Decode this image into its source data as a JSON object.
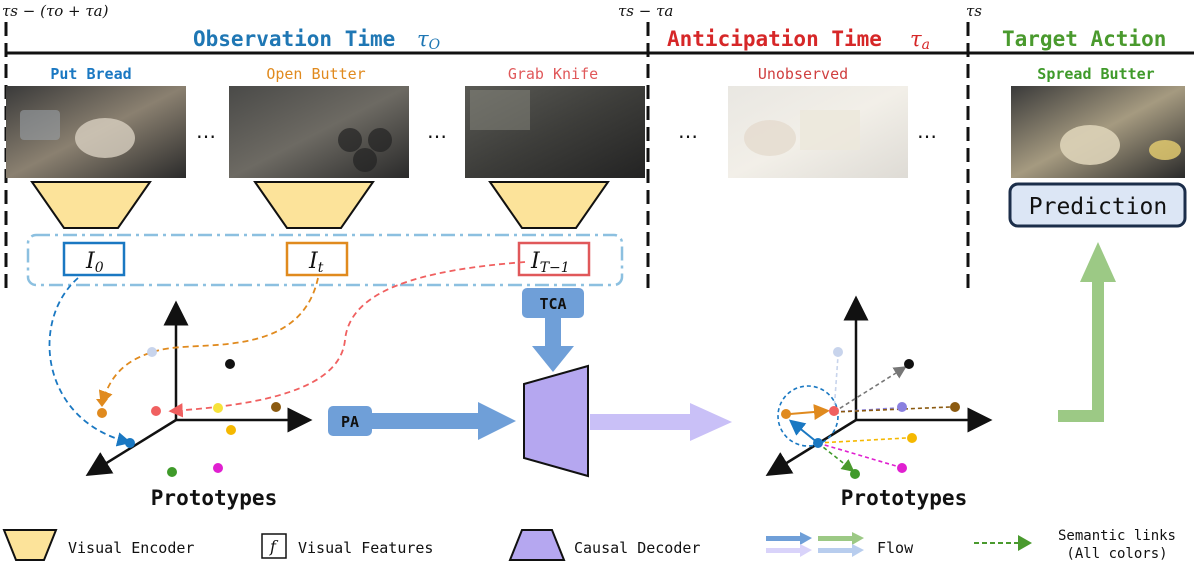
{
  "timeline": {
    "tick_start": "τs − (τo + τa)",
    "tick_mid": "τs − τa",
    "tick_end": "τs"
  },
  "sections": {
    "observation": {
      "label": "Observation Time",
      "symbol": "τO",
      "color": "#1f77b4"
    },
    "anticipation": {
      "label": "Anticipation Time",
      "symbol": "τa",
      "color": "#d62728"
    },
    "target": {
      "label": "Target Action",
      "color": "#4a9a2e"
    }
  },
  "frames": [
    {
      "label": "Put Bread",
      "color": "#1a78c2"
    },
    {
      "label": "Open Butter",
      "color": "#e08a1e"
    },
    {
      "label": "Grab Knife",
      "color": "#e0585a"
    },
    {
      "label": "Unobserved",
      "color": "#d04040"
    },
    {
      "label": "Spread Butter",
      "color": "#3f9a2a"
    }
  ],
  "ellipsis": "…",
  "features": [
    {
      "label": "I",
      "sub": "0",
      "color": "#1a78c2"
    },
    {
      "label": "I",
      "sub": "t",
      "color": "#e08a1e"
    },
    {
      "label": "I",
      "sub": "T−1",
      "color": "#e0585a"
    }
  ],
  "prediction_label": "Prediction",
  "modules": {
    "tca": "TCA",
    "pa": "PA"
  },
  "prototypes_label": "Prototypes",
  "legend": {
    "visual_encoder": "Visual Encoder",
    "feature_symbol": "f",
    "visual_features": "Visual Features",
    "causal_decoder": "Causal Decoder",
    "flow": "Flow",
    "semantic_links_1": "Semantic links",
    "semantic_links_2": "(All colors)"
  },
  "colors": {
    "encoder": "#fce39a",
    "decoder": "#b5a7f0",
    "module": "#6f9fd8",
    "flow_blue": "#6f9fd8",
    "flow_purple": "#c9c0f7",
    "flow_green": "#9cc985",
    "dash_box": "#8cc0e0"
  }
}
